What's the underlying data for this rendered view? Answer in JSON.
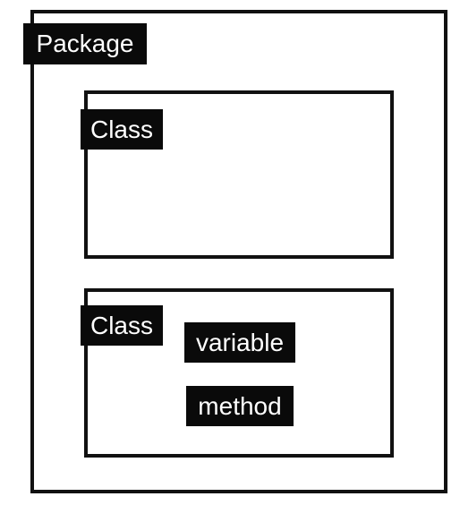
{
  "diagram": {
    "package": {
      "label": "Package"
    },
    "classes": [
      {
        "label": "Class",
        "members": []
      },
      {
        "label": "Class",
        "members": [
          "variable",
          "method"
        ]
      }
    ]
  },
  "colors": {
    "stroke": "#111111",
    "label_background": "#0a0a0a",
    "label_text": "#ffffff",
    "background": "#ffffff"
  }
}
